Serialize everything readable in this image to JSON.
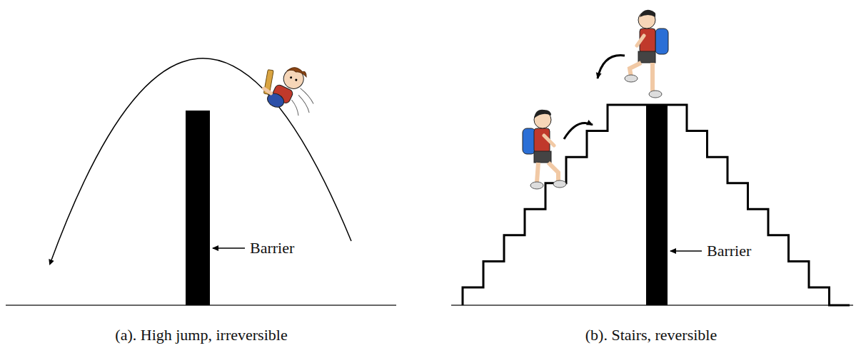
{
  "diagram": {
    "labels": [
      "Barrier",
      "(a). High jump, irreversible",
      "Barrier",
      "(b). Stairs, reversible"
    ]
  }
}
